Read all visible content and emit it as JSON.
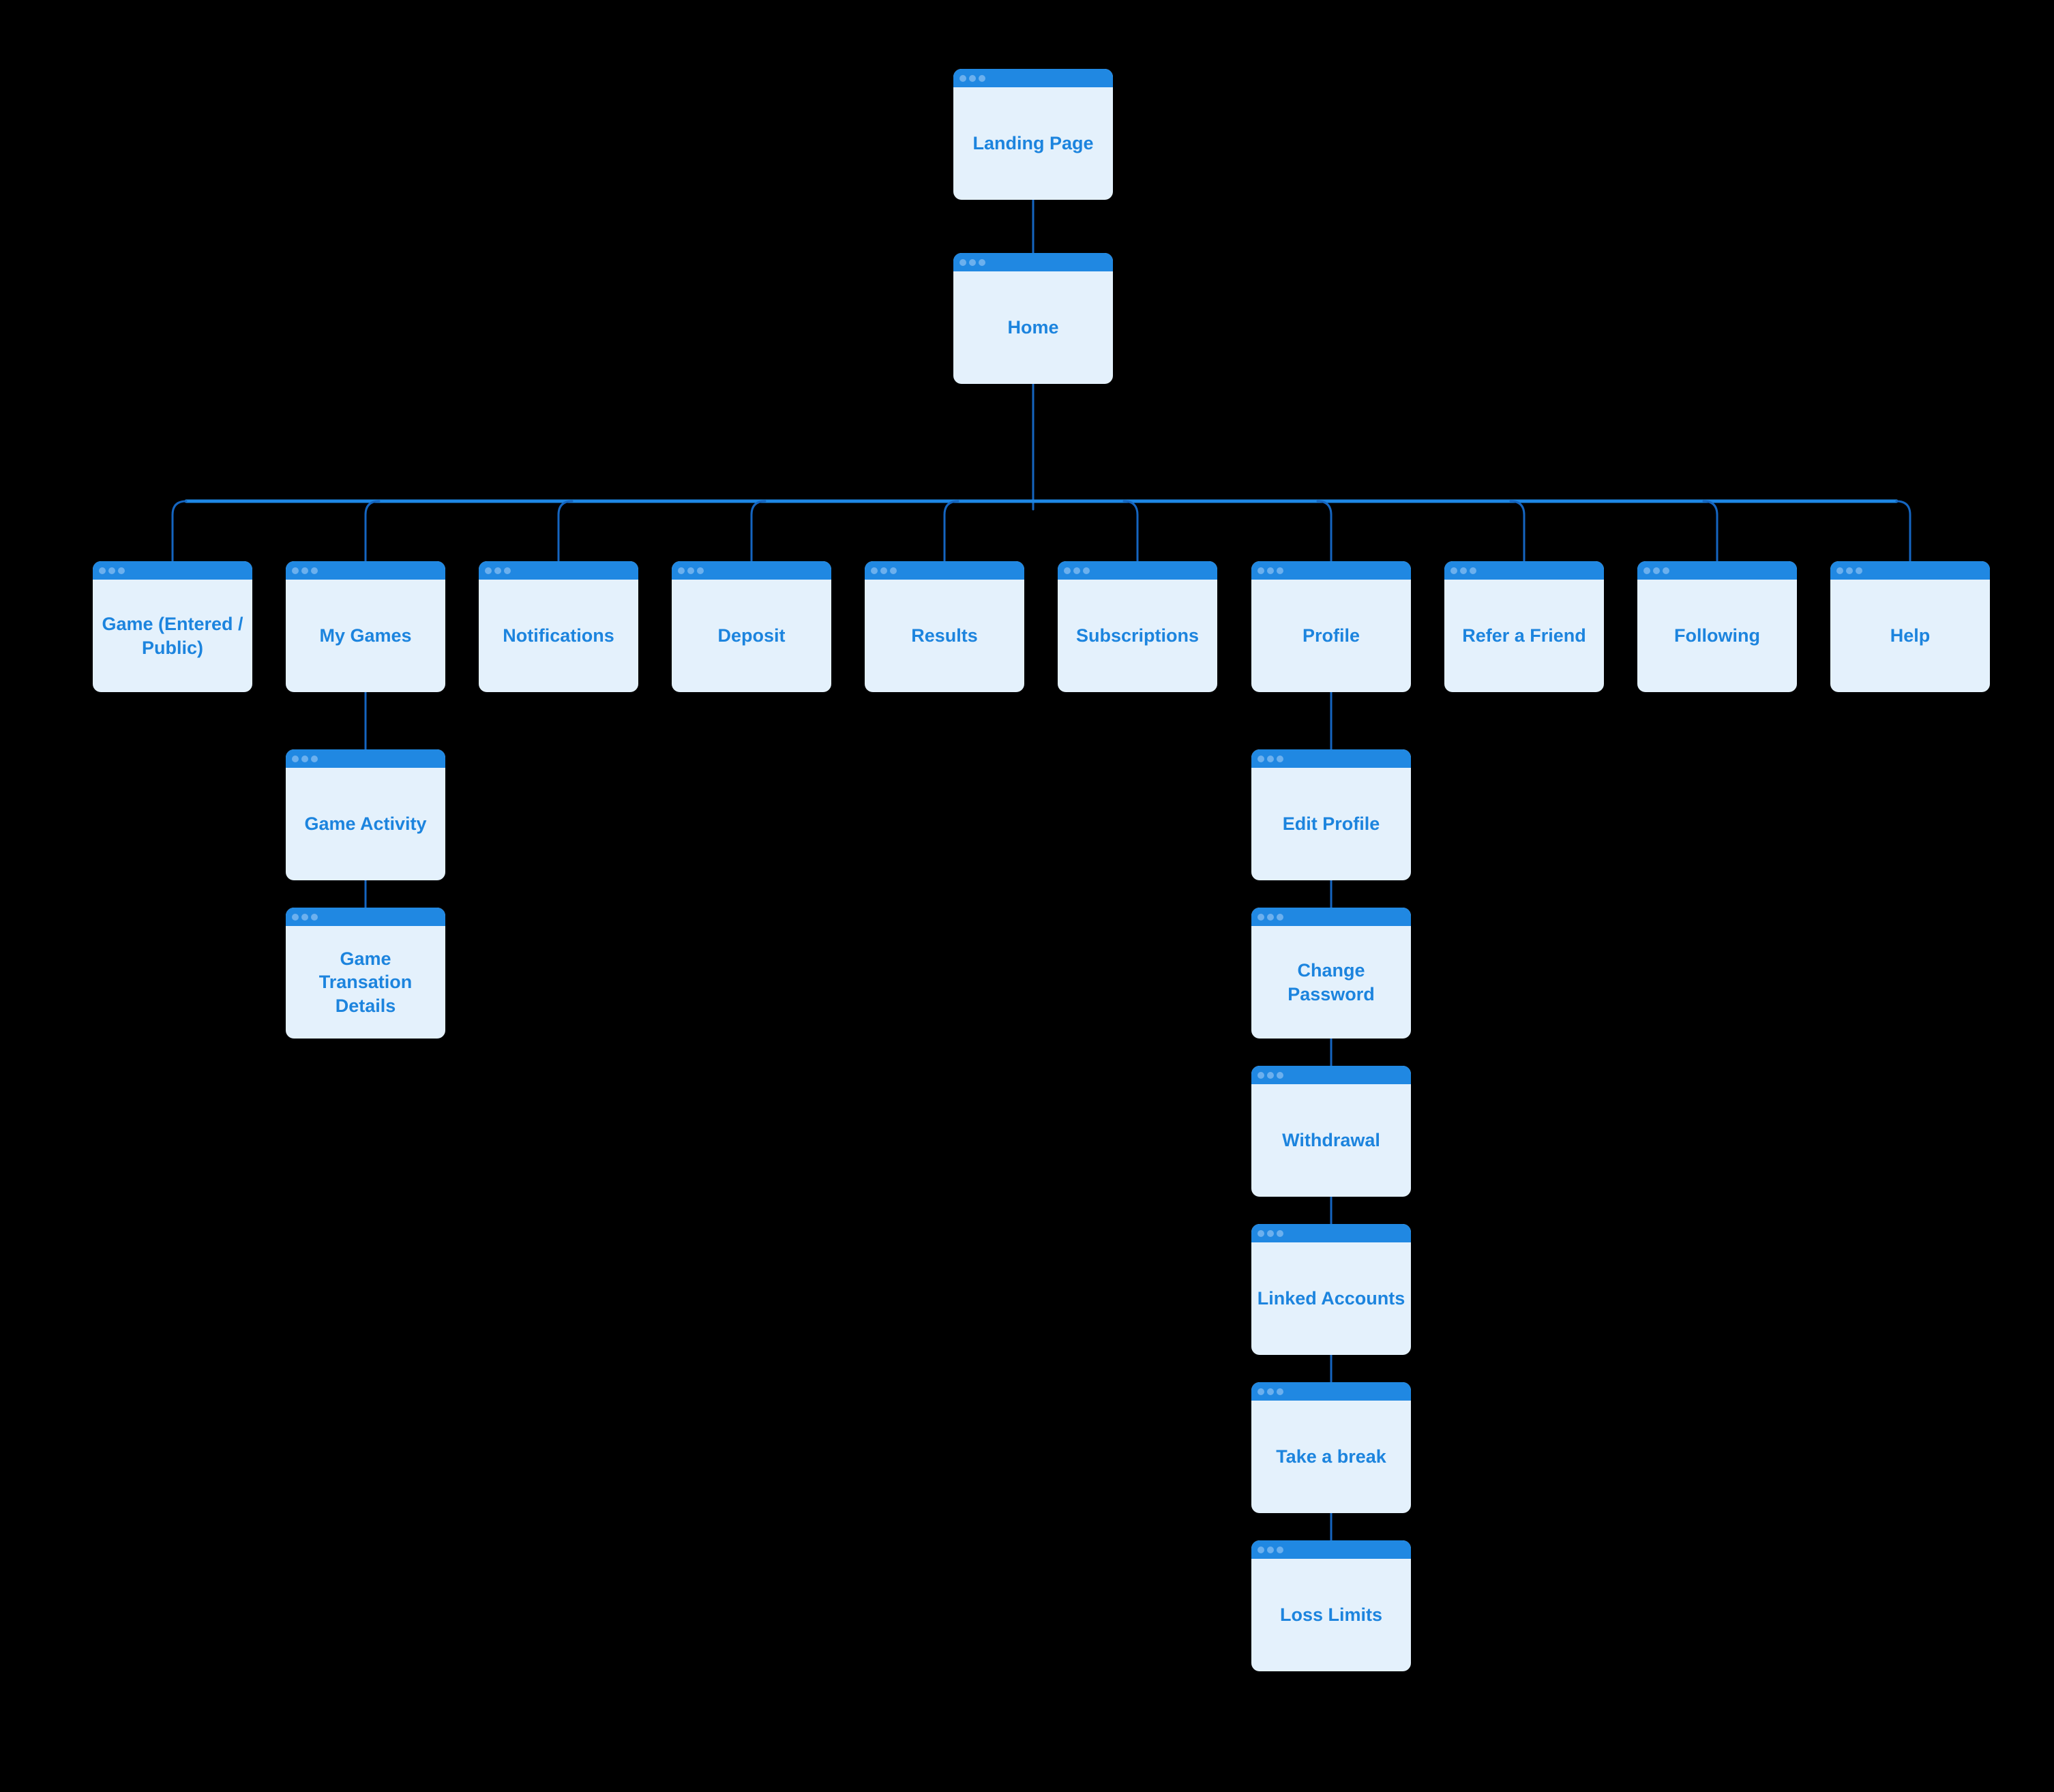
{
  "diagram": {
    "type": "sitemap-flowchart",
    "background_color": "#000000",
    "colors": {
      "window_header": "#2088E2",
      "window_body": "#E4F1FC",
      "window_dots": "#6CB0EE",
      "label_text": "#1C84DE",
      "trunk_line": "#1E88E5",
      "branch_line": "#1565C0"
    },
    "nodes": {
      "landing": {
        "label": "Landing Page"
      },
      "home": {
        "label": "Home"
      },
      "game": {
        "label": "Game (Entered / Public)"
      },
      "my_games": {
        "label": "My Games"
      },
      "notifications": {
        "label": "Notifications"
      },
      "deposit": {
        "label": "Deposit"
      },
      "results": {
        "label": "Results"
      },
      "subscriptions": {
        "label": "Subscriptions"
      },
      "profile": {
        "label": "Profile"
      },
      "refer_a_friend": {
        "label": "Refer a Friend"
      },
      "following": {
        "label": "Following"
      },
      "help": {
        "label": "Help"
      },
      "game_activity": {
        "label": "Game Activity"
      },
      "game_transation_details": {
        "label": "Game Transation Details"
      },
      "edit_profile": {
        "label": "Edit Profile"
      },
      "change_password": {
        "label": "Change Password"
      },
      "withdrawal": {
        "label": "Withdrawal"
      },
      "linked_accounts": {
        "label": "Linked Accounts"
      },
      "take_a_break": {
        "label": "Take a break"
      },
      "loss_limits": {
        "label": "Loss Limits"
      }
    },
    "edges": [
      [
        "landing",
        "home"
      ],
      [
        "home",
        "game"
      ],
      [
        "home",
        "my_games"
      ],
      [
        "home",
        "notifications"
      ],
      [
        "home",
        "deposit"
      ],
      [
        "home",
        "results"
      ],
      [
        "home",
        "subscriptions"
      ],
      [
        "home",
        "profile"
      ],
      [
        "home",
        "refer_a_friend"
      ],
      [
        "home",
        "following"
      ],
      [
        "home",
        "help"
      ],
      [
        "my_games",
        "game_activity"
      ],
      [
        "game_activity",
        "game_transation_details"
      ],
      [
        "profile",
        "edit_profile"
      ],
      [
        "edit_profile",
        "change_password"
      ],
      [
        "change_password",
        "withdrawal"
      ],
      [
        "withdrawal",
        "linked_accounts"
      ],
      [
        "linked_accounts",
        "take_a_break"
      ],
      [
        "take_a_break",
        "loss_limits"
      ]
    ]
  }
}
